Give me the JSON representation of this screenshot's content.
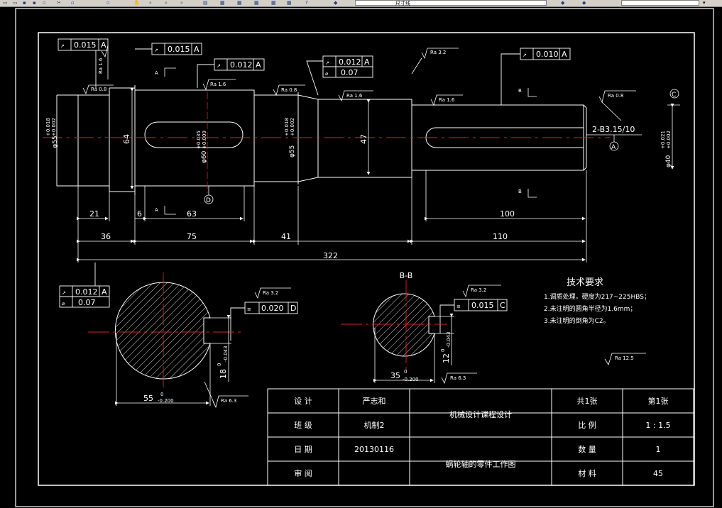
{
  "toolbar": {
    "buttons": [
      "new-icon",
      "open-icon",
      "save-icon",
      "print-icon",
      "preview-icon",
      "cut-icon",
      "copy-icon",
      "paste-icon",
      "undo-icon",
      "redo-icon",
      "pan-icon",
      "zoom-realtime-icon",
      "zoom-window-icon",
      "zoom-previous-icon",
      "properties-icon",
      "design-center-icon",
      "tool-palettes-icon",
      "sheet-set-icon",
      "markup-icon",
      "calculator-icon",
      "help-icon",
      "layer-icon",
      "layer-state-icon",
      "color-icon"
    ],
    "layer_text": "尺寸线"
  },
  "drawing": {
    "dims": {
      "d64": "64",
      "d47": "47",
      "d21": "21",
      "d6": "6",
      "d63": "63",
      "d100": "100",
      "d36": "36",
      "d75": "75",
      "d41": "41",
      "d110": "110",
      "d322": "322",
      "phi55_left": "φ55",
      "phi55_left_tol_up": "+0.018",
      "phi55_left_tol_low": "+0.002",
      "phi60": "φ60",
      "phi60_tol_up": "+0.035",
      "phi60_tol_low": "+0.009",
      "phi55_right": "φ55",
      "phi55_right_tol_up": "+0.018",
      "phi55_right_tol_low": "+0.002",
      "phi40": "φ40",
      "phi40_tol_up": "+0.021",
      "phi40_tol_low": "+0.002",
      "centre_hole": "2-B3.15/10",
      "sec1_depth": "18",
      "sec1_depth_tol": "0",
      "sec1_depth_tol2": "-0.043",
      "sec1_width": "55",
      "sec1_width_tol": "0",
      "sec1_width_tol2": "-0.200",
      "sec2_depth": "12",
      "sec2_depth_tol": "0",
      "sec2_depth_tol2": "-0.043",
      "sec2_width": "35",
      "sec2_width_tol": "0",
      "sec2_width_tol2": "-0.200"
    },
    "rough": {
      "r1": "Ra 1.6",
      "r2": "Ra 0.8",
      "r3": "Ra 1.6",
      "r4": "Ra 0.8",
      "r5": "Ra 1.6",
      "r6": "Ra 3.2",
      "r7": "Ra 1.6",
      "r8": "Ra 0.8",
      "r9": "Ra 3.2",
      "r10": "Ra 6.3",
      "r11": "Ra 3.2",
      "r12": "Ra 6.3",
      "r13": "Ra 12.5"
    },
    "tol": {
      "t1_val": "0.015",
      "t1_ref": "A",
      "t2_val": "0.015",
      "t2_ref": "A",
      "t3_val": "0.012",
      "t3_ref": "A",
      "t4_val": "0.012",
      "t4_ref": "A",
      "t4b_val": "0.07",
      "t5_val": "0.010",
      "t5_ref": "A",
      "t6_val": "0.012",
      "t6_ref": "A",
      "t6b_val": "0.07",
      "t7_val": "0.020",
      "t7_ref": "D",
      "t8_val": "0.015",
      "t8_ref": "C"
    },
    "section_labels": {
      "a_top": "A",
      "a_bottom": "A",
      "b_top": "B",
      "b_bottom": "B",
      "bb_title": "B-B"
    },
    "datums": {
      "d": "D",
      "a": "A",
      "c": "C"
    },
    "tech": {
      "title": "技术要求",
      "line1": "1.调质处理，硬度为217~225HBS；",
      "line2": "2.未注明的圆角半径为1.6mm；",
      "line3": "3.未注明的倒角为C2。"
    }
  },
  "title_block": {
    "design_label": "设 计",
    "designer": "严志和",
    "course": "机械设计课程设计",
    "sheets_total": "共1张",
    "sheet_no": "第1张",
    "class_label": "班 级",
    "class_value": "机制2",
    "scale_label": "比 例",
    "scale_value": "1 : 1.5",
    "date_label": "日 期",
    "date_value": "20130116",
    "part_name": "蜗轮轴的零件工作图",
    "qty_label": "数 量",
    "qty_value": "1",
    "review_label": "审 阅",
    "material_label": "材 料",
    "material_value": "45"
  }
}
